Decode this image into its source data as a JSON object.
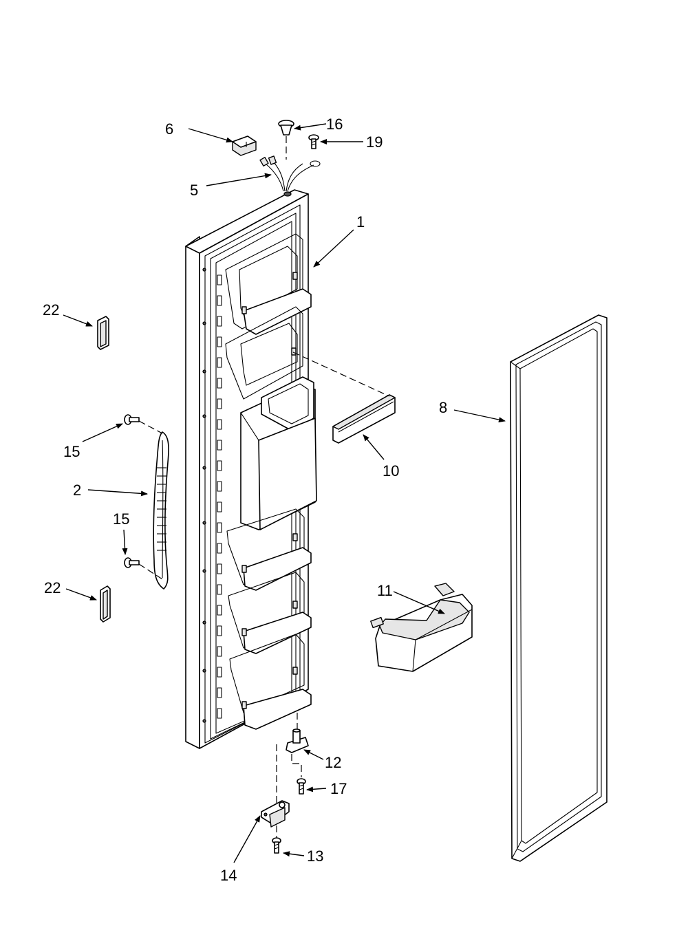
{
  "callouts": {
    "part_1": "1",
    "part_2": "2",
    "part_5": "5",
    "part_6": "6",
    "part_8": "8",
    "part_10": "10",
    "part_11": "11",
    "part_12": "12",
    "part_13": "13",
    "part_14": "14",
    "part_15_upper": "15",
    "part_15_lower": "15",
    "part_16": "16",
    "part_17": "17",
    "part_19": "19",
    "part_22_upper": "22",
    "part_22_lower": "22"
  }
}
